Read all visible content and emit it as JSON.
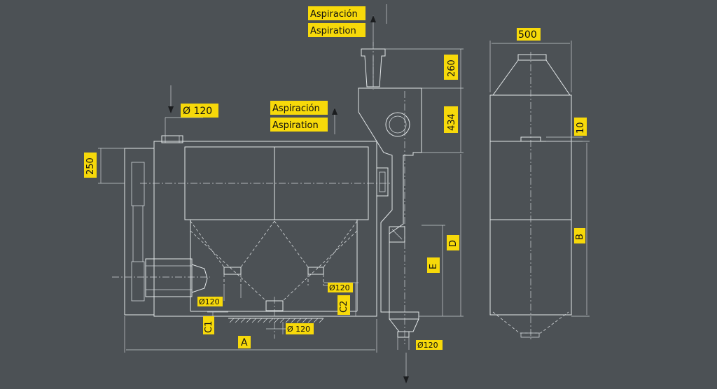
{
  "labels": {
    "aspiracion_top": "Aspiración",
    "aspiration_top": "Aspiration",
    "aspiracion_mid": "Aspiración",
    "aspiration_mid": "Aspiration",
    "diam_inlet": "Ø 120",
    "dim_250": "250",
    "dim_260": "260",
    "dim_434": "434",
    "dim_500": "500",
    "dim_10": "10",
    "dim_A": "A",
    "dim_B": "B",
    "dim_C1": "C1",
    "dim_C2": "C2",
    "dim_D": "D",
    "dim_E": "E",
    "diam_left_outlet": "Ø120",
    "diam_right_outlet": "Ø120",
    "diam_center_outlet": "Ø 120",
    "diam_bottom_outlet": "Ø120"
  },
  "colors": {
    "background": "#4c5155",
    "line": "#e2e6e8",
    "label_background": "#f7d90a",
    "label_text": "#111111"
  }
}
